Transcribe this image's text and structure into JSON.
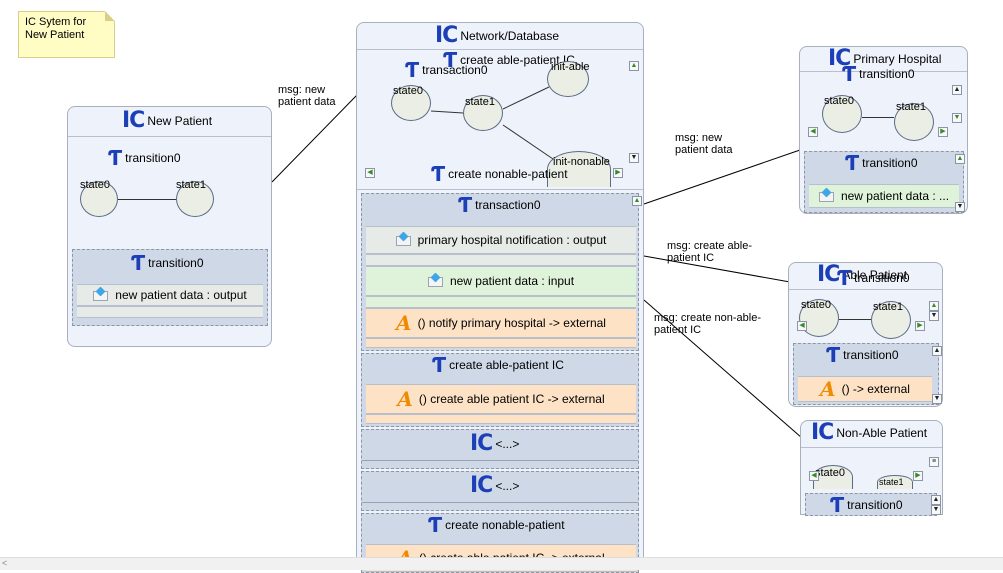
{
  "note": {
    "line1": "IC Sytem for",
    "line2": "New Patient"
  },
  "new_patient": {
    "title": "New Patient",
    "transition": "transition0",
    "state0": "state0",
    "state1": "state1",
    "sub_transition": "transition0",
    "row": "new patient data : output"
  },
  "network": {
    "title": "Network/Database",
    "top_labels": {
      "create_able": "create able-patient IC",
      "transaction": "transaction0",
      "init_able": "init-able",
      "state0": "state0",
      "state1": "state1",
      "init_nonable": "init-nonable",
      "create_nonable": "create nonable-patient"
    },
    "transaction": "transaction0",
    "rows": {
      "r1": "primary hospital notification : output",
      "r2": "new patient data : input",
      "r3": "() notify primary hospital -> external"
    },
    "create_able_band": "create able-patient IC",
    "create_able_row": "() create able patient IC -> external",
    "ic1": "<...>",
    "ic2": "<...>",
    "create_nonable_band": "create nonable-patient",
    "create_nonable_row": "() create able patient IC -> external"
  },
  "primary_hospital": {
    "title": "Primary Hospital",
    "transition": "transition0",
    "state0": "state0",
    "state1": "state1",
    "sub_transition": "transition0",
    "row": "new patient data : ..."
  },
  "able_patient": {
    "title": "Able Patient",
    "transition": "transition0",
    "state0": "state0",
    "state1": "state1",
    "sub_transition": "transition0",
    "row": "()  -> external"
  },
  "nonable_patient": {
    "title": "Non-Able Patient",
    "state0": "state0",
    "state1": "state1",
    "sub_transition": "transition0"
  },
  "messages": {
    "m1_line1": "msg: new",
    "m1_line2": "patient data",
    "m2_line1": "msg: new",
    "m2_line2": "patient data",
    "m3_line1": "msg: create able-",
    "m3_line2": "patient IC",
    "m4_line1": "msg: create non-able-",
    "m4_line2": "patient IC"
  },
  "glyphs": {
    "ic": "IC",
    "transition": "Ƭ",
    "action": "A"
  },
  "colors": {
    "ic_blue": "#1c3fb8",
    "action_orange": "#f08a00",
    "note_yellow": "#fffcc4"
  }
}
